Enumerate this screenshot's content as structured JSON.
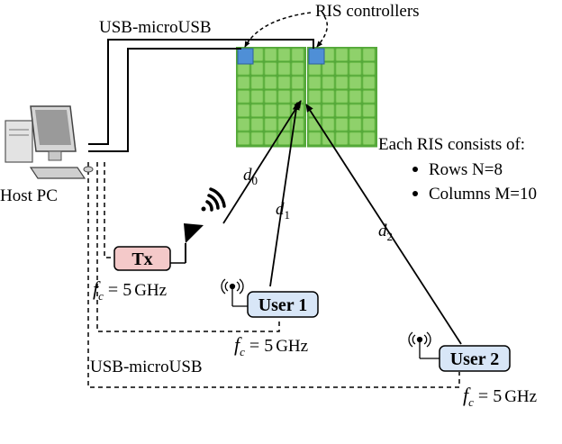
{
  "labels": {
    "usb_top": "USB-microUSB",
    "usb_bottom": "USB-microUSB",
    "ris_controllers": "RIS controllers",
    "host_pc": "Host PC",
    "each_ris": "Each RIS consists of:",
    "rows": "Rows N=8",
    "columns": "Columns M=10"
  },
  "nodes": {
    "tx": "Tx",
    "user1": "User 1",
    "user2": "User 2"
  },
  "freq": {
    "tx": {
      "var": "f",
      "sub": "c",
      "eq": " = ",
      "num": "5",
      "unit": "GHz"
    },
    "user1": {
      "var": "f",
      "sub": "c",
      "eq": " = ",
      "num": "5",
      "unit": "GHz"
    },
    "user2": {
      "var": "f",
      "sub": "c",
      "eq": " = ",
      "num": "5",
      "unit": "GHz"
    }
  },
  "distances": {
    "d0": {
      "var": "d",
      "sub": "0"
    },
    "d1": {
      "var": "d",
      "sub": "1"
    },
    "d2": {
      "var": "d",
      "sub": "2"
    }
  },
  "ris": {
    "rows": 8,
    "columns": 10,
    "count": 2
  },
  "colors": {
    "ris_fill": "#8fd16b",
    "ris_border": "#55a83a",
    "controller": "#4f8fd6",
    "tx_fill": "#f4c9c9",
    "user_fill": "#d8e6f7"
  },
  "icons": {
    "pc": "desktop-computer-icon",
    "antenna": "antenna-icon",
    "signal": "wireless-signal-icon"
  }
}
